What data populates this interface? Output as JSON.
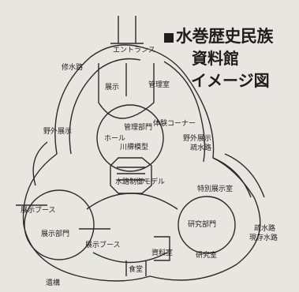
{
  "title": {
    "line1": "水巻歴史民族",
    "line2": "資料館",
    "line3": "イメージ図"
  },
  "rooms": {
    "entrance": "エントランス",
    "shinbozu": "修水路",
    "tenji_room_top": "展示",
    "kanri_room": "管理室",
    "kanri_bumon": "管理部門",
    "hall": "ホール",
    "taiken_corner": "体験コーナー",
    "kawahiko_model": "川艜模型",
    "yagai_left": "野外展示",
    "yagai_right": "野外展示",
    "sosui_right": "疏水路",
    "suiro_tenji": "水路制御モデル",
    "tokubetsu_tenji": "特別展示室",
    "tenji_booth_left": "展示ブース",
    "tenji_bumon": "展示部門",
    "kenkyu_bumon": "研究部門",
    "tenji_booth_bottom": "展示ブース",
    "shiryo_shitsu": "資料室",
    "kenkyu_shitsu": "研究室",
    "shokudo": "食堂",
    "sosui_bottom_right": "疏水路",
    "genzon_suiro": "現存水路",
    "entrance_bottom": "遺構"
  }
}
